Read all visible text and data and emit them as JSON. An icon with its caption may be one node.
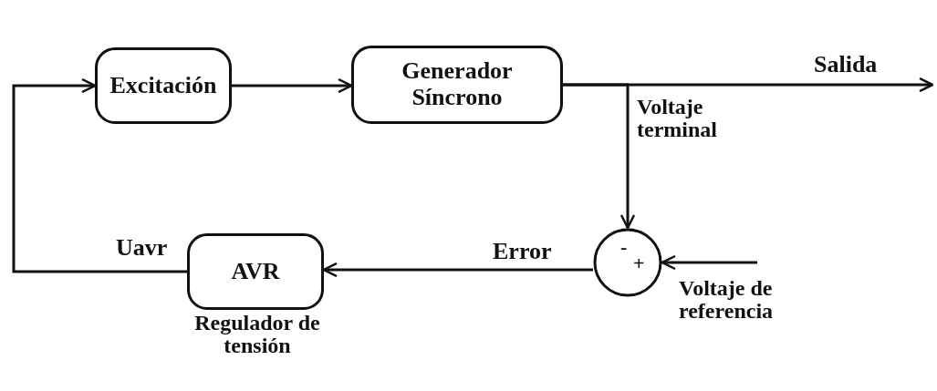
{
  "diagram": {
    "nodes": [
      {
        "text": [
          "Excitación"
        ]
      },
      {
        "text": [
          "Generador Síncrono"
        ]
      },
      {
        "text": [
          "-",
          "+"
        ]
      },
      {
        "text": [
          "AVR"
        ],
        "beside": [
          "Regulador de tensión"
        ]
      }
    ],
    "edges": [
      {
        "from": 0,
        "to": 1,
        "arrow": "to"
      },
      {
        "from": 1,
        "to": null,
        "arrow": "to",
        "label": "Salida"
      },
      {
        "from": 1,
        "to": 2,
        "arrow": "to",
        "label": "Voltaje terminal"
      },
      {
        "from": null,
        "to": 2,
        "arrow": "to",
        "label": "Voltaje de referencia"
      },
      {
        "from": 2,
        "to": 3,
        "arrow": "to",
        "label": "Error"
      },
      {
        "from": 3,
        "to": 0,
        "arrow": "to",
        "label": "Uavr"
      }
    ]
  }
}
